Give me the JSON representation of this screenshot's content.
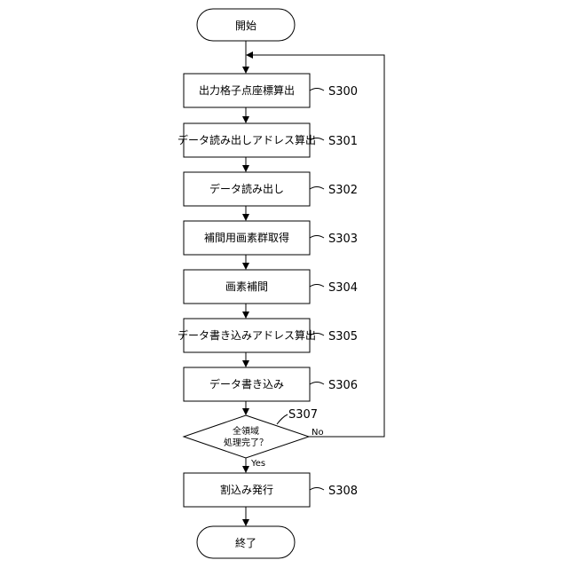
{
  "start": {
    "label": "開始"
  },
  "end": {
    "label": "終了"
  },
  "steps": [
    {
      "label": "出力格子点座標算出",
      "id": "S300"
    },
    {
      "label": "データ読み出しアドレス算出",
      "id": "S301"
    },
    {
      "label": "データ読み出し",
      "id": "S302"
    },
    {
      "label": "補間用画素群取得",
      "id": "S303"
    },
    {
      "label": "画素補間",
      "id": "S304"
    },
    {
      "label": "データ書き込みアドレス算出",
      "id": "S305"
    },
    {
      "label": "データ書き込み",
      "id": "S306"
    }
  ],
  "decision": {
    "line1": "全領域",
    "line2": "処理完了？",
    "id": "S307",
    "yes": "Yes",
    "no": "No"
  },
  "final_step": {
    "label": "割込み発行",
    "id": "S308"
  }
}
